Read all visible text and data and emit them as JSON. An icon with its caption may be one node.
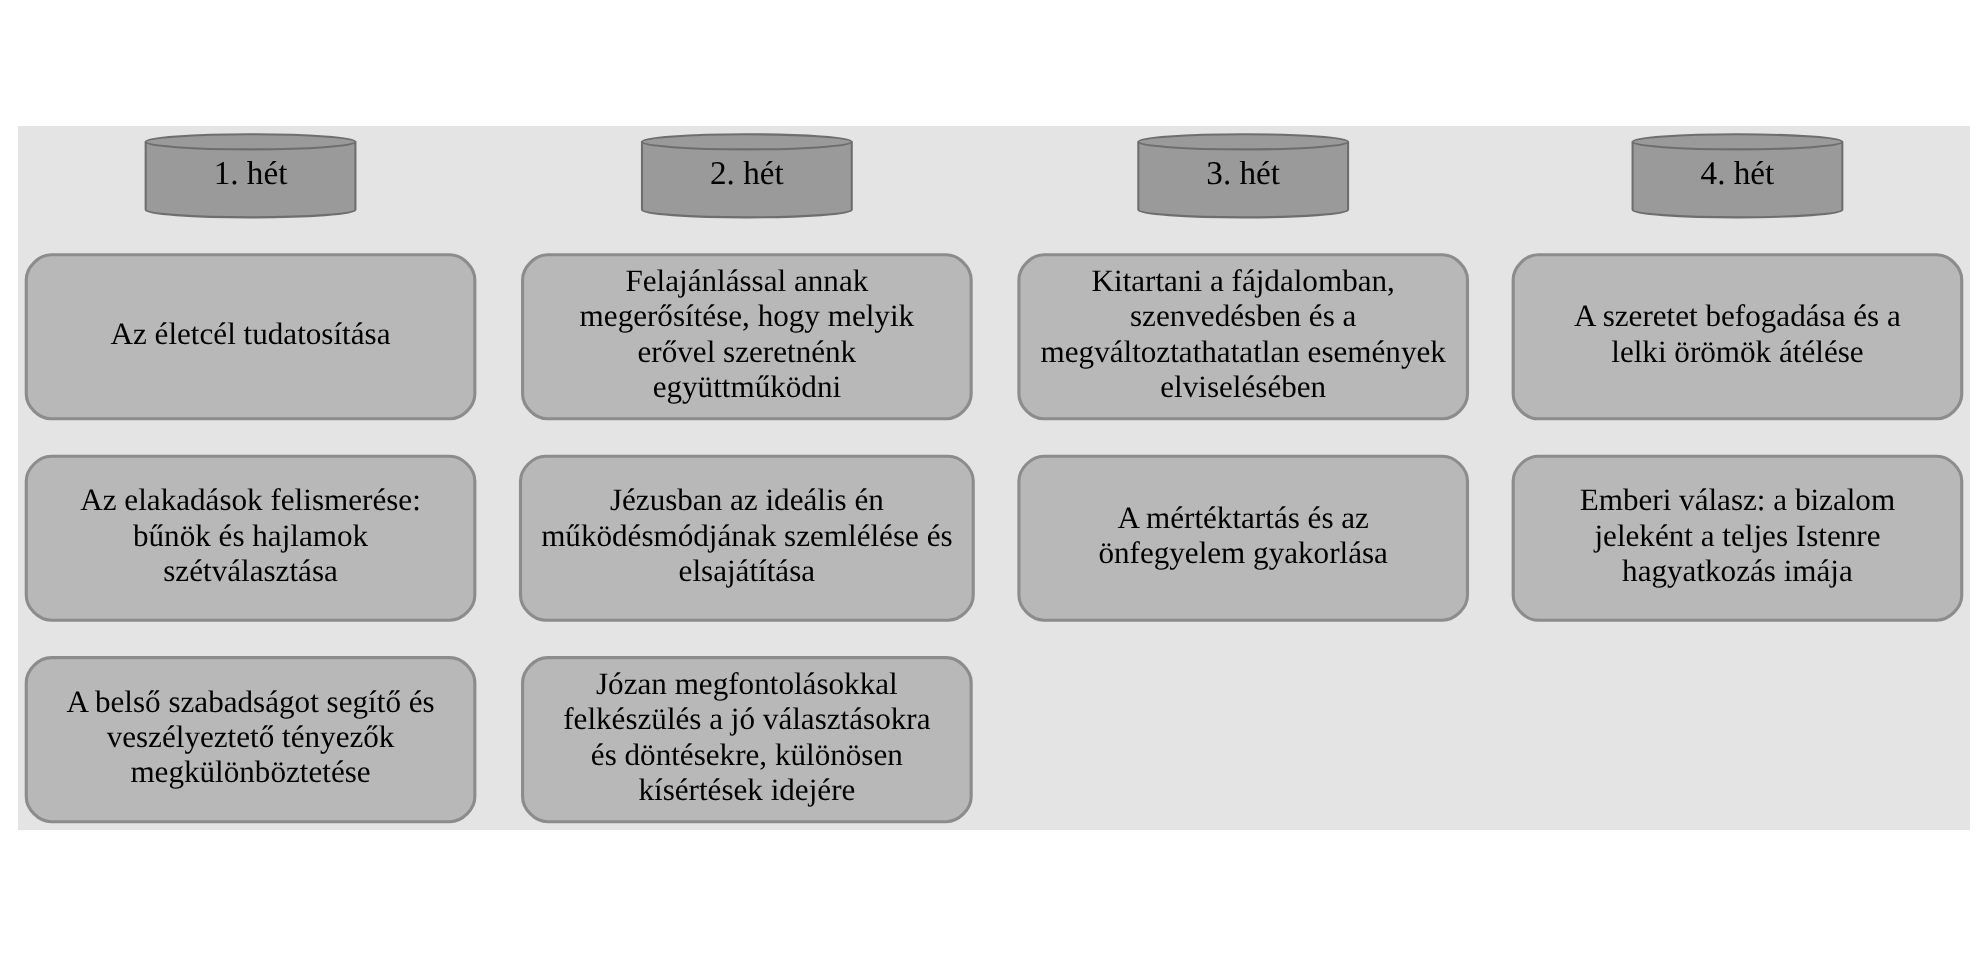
{
  "diagram": {
    "nodes": [
      {
        "text": [
          "1. hét"
        ]
      },
      {
        "text": [
          "Az életcél tudatosítása"
        ]
      },
      {
        "text": [
          "Az elakadások felismerése: bűnök és hajlamok szétválasztása"
        ]
      },
      {
        "text": [
          "A belső szabadságot segítő és veszélyeztető tényezők megkülönböztetése"
        ]
      },
      {
        "text": [
          "2. hét"
        ]
      },
      {
        "text": [
          "Felajánlással annak megerősítése, hogy melyik erővel szeretnénk együttműködni"
        ]
      },
      {
        "text": [
          "Jézusban az ideális én működésmódjának szemlélése és elsajátítása"
        ]
      },
      {
        "text": [
          "Józan megfontolásokkal felkészülés a jó választásokra és döntésekre, különösen kísértések idejére"
        ]
      },
      {
        "text": [
          "3. hét"
        ]
      },
      {
        "text": [
          "Kitartani a fájdalomban, szenvedésben és a megváltoztathatatlan események elviselésében"
        ]
      },
      {
        "text": [
          "A mértéktartás és az önfegyelem gyakorlása"
        ]
      },
      {
        "text": [
          "4. hét"
        ]
      },
      {
        "text": [
          "A szeretet befogadása és a lelki örömök átélése"
        ]
      },
      {
        "text": [
          "Emberi válasz: a bizalom jeleként a teljes Istenre hagyatkozás imája"
        ]
      }
    ]
  }
}
